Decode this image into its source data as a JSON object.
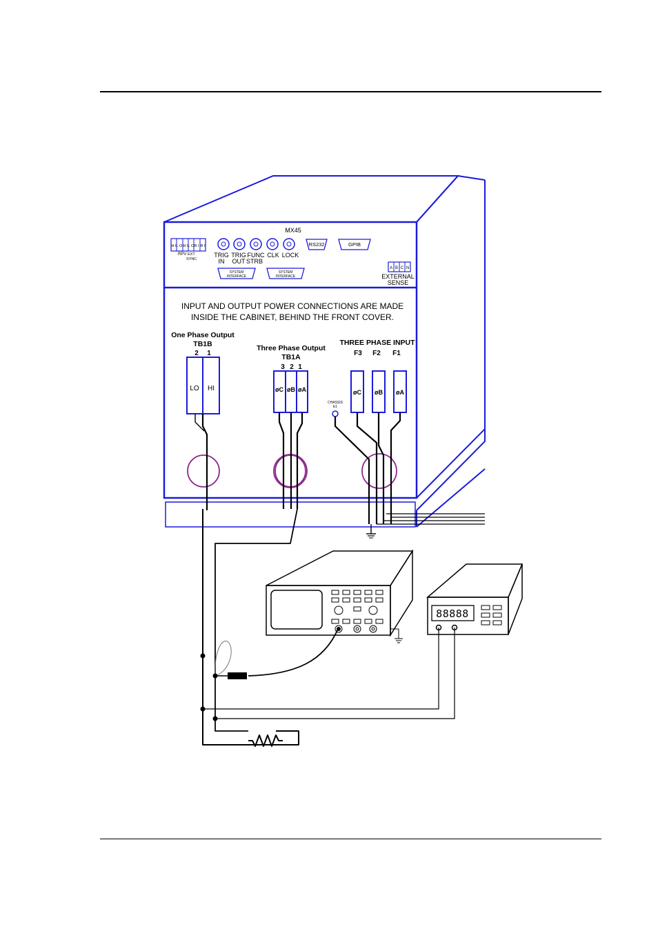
{
  "model": "MX45",
  "rear_ports": {
    "dip_letters": [
      "H I",
      "L O",
      "H I",
      "L O",
      "R I",
      "R I"
    ],
    "dip_sub": "RPV",
    "dip_sub2": "EXT",
    "dip_sub3": "SYNC",
    "bnc_labels": [
      [
        "TRIG",
        "IN"
      ],
      [
        "TRIG",
        "OUT"
      ],
      [
        "FUNC",
        "STRB"
      ],
      [
        "CLK",
        ""
      ],
      [
        "LOCK",
        ""
      ]
    ],
    "rs232": "RS232",
    "gpib": "GPIB",
    "system_interface_1": [
      "SYSTEM",
      "INTERFACE"
    ],
    "system_interface_2": [
      "SYSTEM",
      "INTERFACE"
    ],
    "external_sense_letters": [
      "A",
      "B",
      "C",
      "N"
    ],
    "external_sense": [
      "EXTERNAL",
      "SENSE"
    ]
  },
  "notice": [
    "INPUT AND OUTPUT POWER CONNECTIONS ARE MADE",
    "INSIDE THE CABINET, BEHIND THE FRONT COVER."
  ],
  "one_phase": {
    "title": "One Phase Output",
    "tb": "TB1B",
    "numbers": [
      "2",
      "1"
    ],
    "terminals": [
      "LO",
      "HI"
    ]
  },
  "three_phase_out": {
    "title": "Three Phase Output",
    "tb": "TB1A",
    "numbers": [
      "3",
      "2",
      "1"
    ],
    "terminals": [
      "øC",
      "øB",
      "øA"
    ]
  },
  "three_phase_in": {
    "title": "THREE PHASE INPUT",
    "numbers": [
      "F3",
      "F2",
      "F1"
    ],
    "terminals": [
      "øC",
      "øB",
      "øA"
    ]
  },
  "chassis": [
    "CHASSIS",
    "E1"
  ],
  "meter_display": "88888"
}
